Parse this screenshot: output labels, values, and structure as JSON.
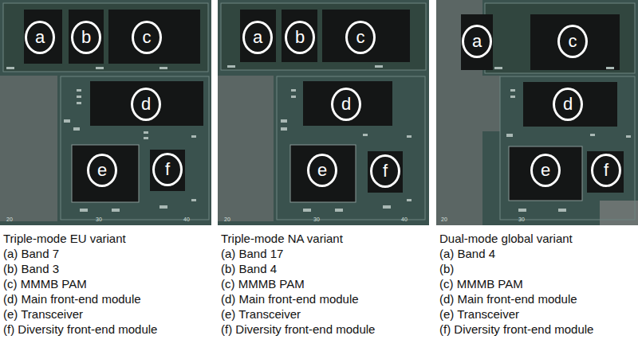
{
  "diagram": {
    "nodes": [
      {
        "text": [
          "a"
        ]
      },
      {
        "text": [
          "b"
        ]
      },
      {
        "text": [
          "c"
        ]
      },
      {
        "text": [
          "d"
        ]
      },
      {
        "text": [
          "e"
        ]
      },
      {
        "text": [
          "f"
        ]
      },
      {
        "text": [
          "a"
        ]
      },
      {
        "text": [
          "b"
        ]
      },
      {
        "text": [
          "c"
        ]
      },
      {
        "text": [
          "d"
        ]
      },
      {
        "text": [
          "e"
        ]
      },
      {
        "text": [
          "f"
        ]
      },
      {
        "text": [
          "a"
        ]
      },
      {
        "text": [
          "c"
        ]
      },
      {
        "text": [
          "d"
        ]
      },
      {
        "text": [
          "e"
        ]
      },
      {
        "text": [
          "f"
        ]
      }
    ],
    "labels": [
      "Triple-mode EU variant",
      "(a) Band 7",
      "(b) Band 3",
      "(c) MMMB PAM",
      "(d) Main front-end module",
      "(e) Transceiver",
      "(f) Diversity front-end module",
      "Triple-mode NA variant",
      "(a) Band 17",
      "(b) Band 4",
      "(c) MMMB PAM",
      "(d) Main front-end module",
      "(e) Transceiver",
      "(f) Diversity front-end module",
      "Dual-mode global variant",
      "(a) Band 4",
      "(b)",
      "(c) MMMB PAM",
      "(d) Main front-end module",
      "(e) Transceiver",
      "(f) Diversity front-end module",
      "20",
      "30",
      "40",
      "20",
      "30",
      "40",
      "20",
      "30"
    ]
  }
}
